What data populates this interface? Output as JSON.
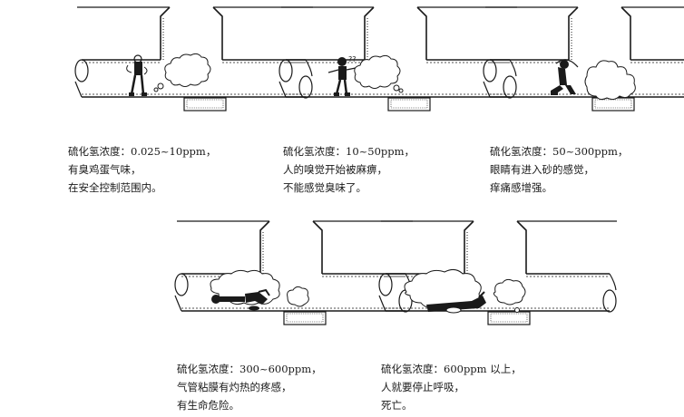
{
  "panels": [
    {
      "id": "stage-1",
      "scene": "standing-person-gas-cloud-small",
      "caption": {
        "line1": "硫化氢浓度：0.025~10ppm，",
        "line2": "有臭鸡蛋气味，",
        "line3": "在安全控制范围内。"
      }
    },
    {
      "id": "stage-2",
      "scene": "standing-person-confused",
      "caption": {
        "line1": "硫化氢浓度：10~50ppm，",
        "line2": "人的嗅觉开始被麻痹，",
        "line3": "不能感觉臭味了。"
      }
    },
    {
      "id": "stage-3",
      "scene": "person-covering-eyes-in-cloud",
      "caption": {
        "line1": "硫化氢浓度：50~300ppm，",
        "line2": "眼睛有进入砂的感觉，",
        "line3": "痒痛感增强。"
      }
    },
    {
      "id": "stage-4",
      "scene": "person-collapsed-in-cloud",
      "caption": {
        "line1": "硫化氢浓度：300~600ppm，",
        "line2": "气管粘膜有灼热的疼感，",
        "line3": "有生命危险。"
      }
    },
    {
      "id": "stage-5",
      "scene": "person-lying-dead-in-cloud",
      "caption": {
        "line1": "硫化氢浓度：600ppm 以上，",
        "line2": "人就要停止呼吸，",
        "line3": "死亡。"
      }
    }
  ],
  "colors": {
    "line": "#1a1a1a",
    "text": "#1a1a1a",
    "background": "#ffffff"
  }
}
